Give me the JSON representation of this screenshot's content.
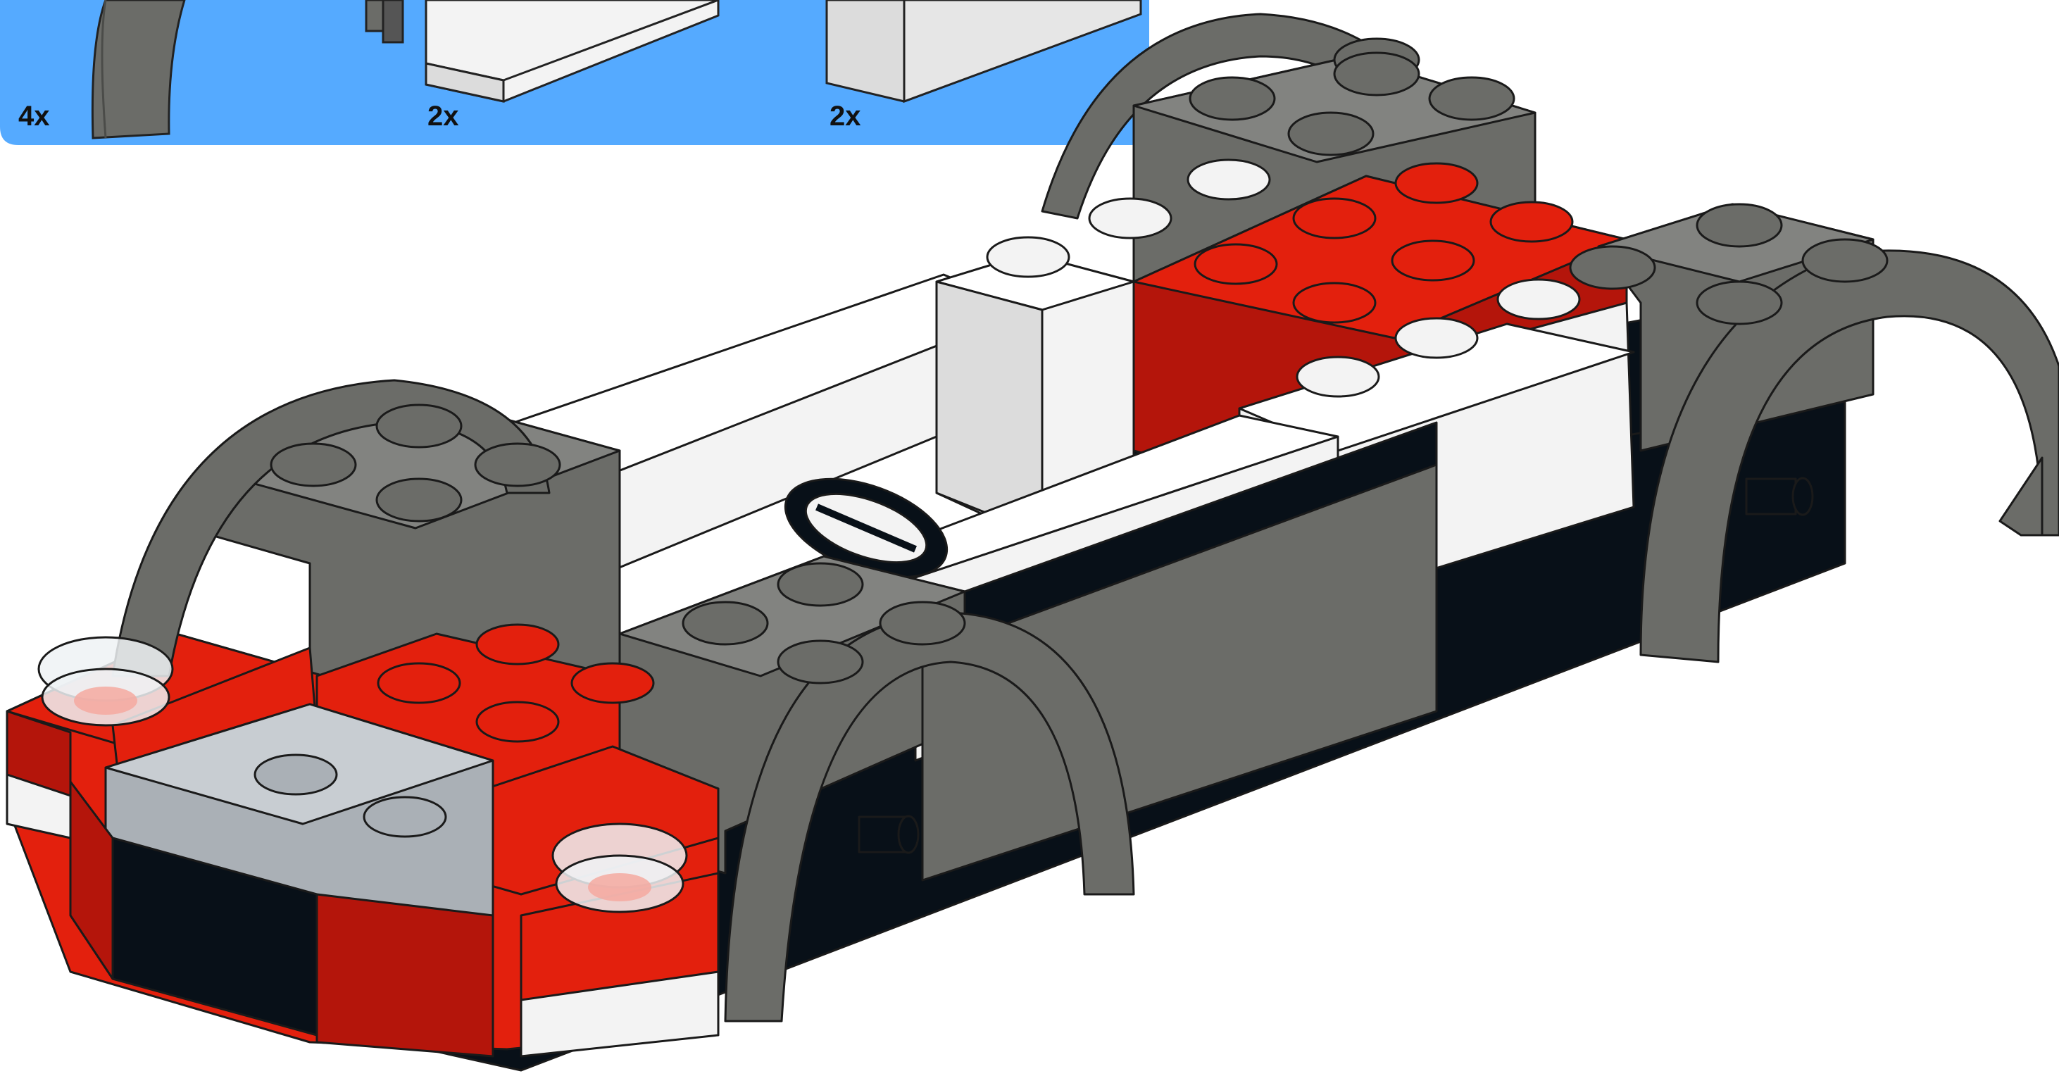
{
  "parts_callout": {
    "background": "#55aaff",
    "items": [
      {
        "quantity": "4x",
        "part": "mudguard-arch"
      },
      {
        "quantity": "2x",
        "part": "white-plate"
      },
      {
        "quantity": "2x",
        "part": "light-gray-brick"
      }
    ]
  },
  "colors": {
    "red": "#e3200d",
    "red_dark": "#b4150b",
    "dark_gray": "#6b6c68",
    "dark_gray_top": "#828380",
    "white": "#f3f3f3",
    "white_side": "#d8d8d8",
    "black": "#081018",
    "trans_clear": "#eef2f5",
    "outline": "#1a1a1a"
  }
}
